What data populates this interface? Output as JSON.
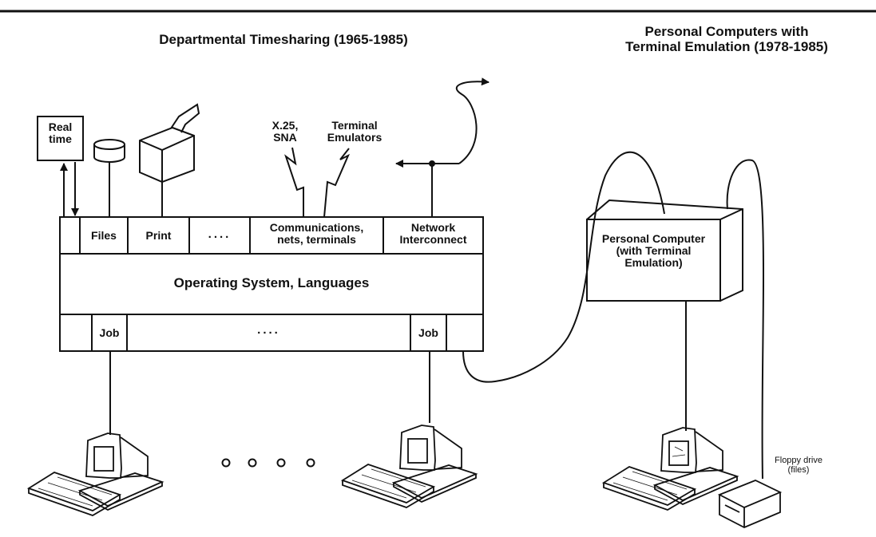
{
  "header_left": "Departmental Timesharing (1965-1985)",
  "header_right": {
    "line1": "Personal Computers with",
    "line2": "Terminal Emulation (1978-1985)"
  },
  "devices": {
    "realtime": {
      "line1": "Real",
      "line2": "time"
    },
    "x25": {
      "line1": "X.25,",
      "line2": "SNA"
    },
    "terminal_emulators": {
      "line1": "Terminal",
      "line2": "Emulators"
    }
  },
  "top_row": {
    "files": "Files",
    "print": "Print",
    "dots": "....",
    "comms": {
      "line1": "Communications,",
      "line2": "nets, terminals"
    },
    "network": {
      "line1": "Network",
      "line2": "Interconnect"
    }
  },
  "os_label": "Operating System, Languages",
  "bottom_row": {
    "job_left": "Job",
    "dots": "....",
    "job_right": "Job"
  },
  "pc_box": {
    "line1": "Personal Computer",
    "line2": "(with Terminal",
    "line3": "Emulation)"
  },
  "floppy": {
    "line1": "Floppy drive",
    "line2": "(files)"
  }
}
